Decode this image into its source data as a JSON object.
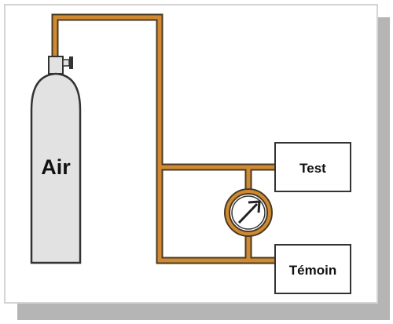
{
  "diagram": {
    "cylinder": {
      "label": "Air"
    },
    "boxes": {
      "test": {
        "label": "Test"
      },
      "reference": {
        "label": "Témoin"
      }
    },
    "gauge": {
      "icon": "pressure-gauge-icon"
    },
    "colors": {
      "pipe": "#c8842e",
      "pipe_outline": "#4a3a22",
      "cylinder_fill": "#e2e2e2",
      "frame_shadow": "#b0b0b0",
      "frame_border": "#d0d0d0"
    }
  }
}
